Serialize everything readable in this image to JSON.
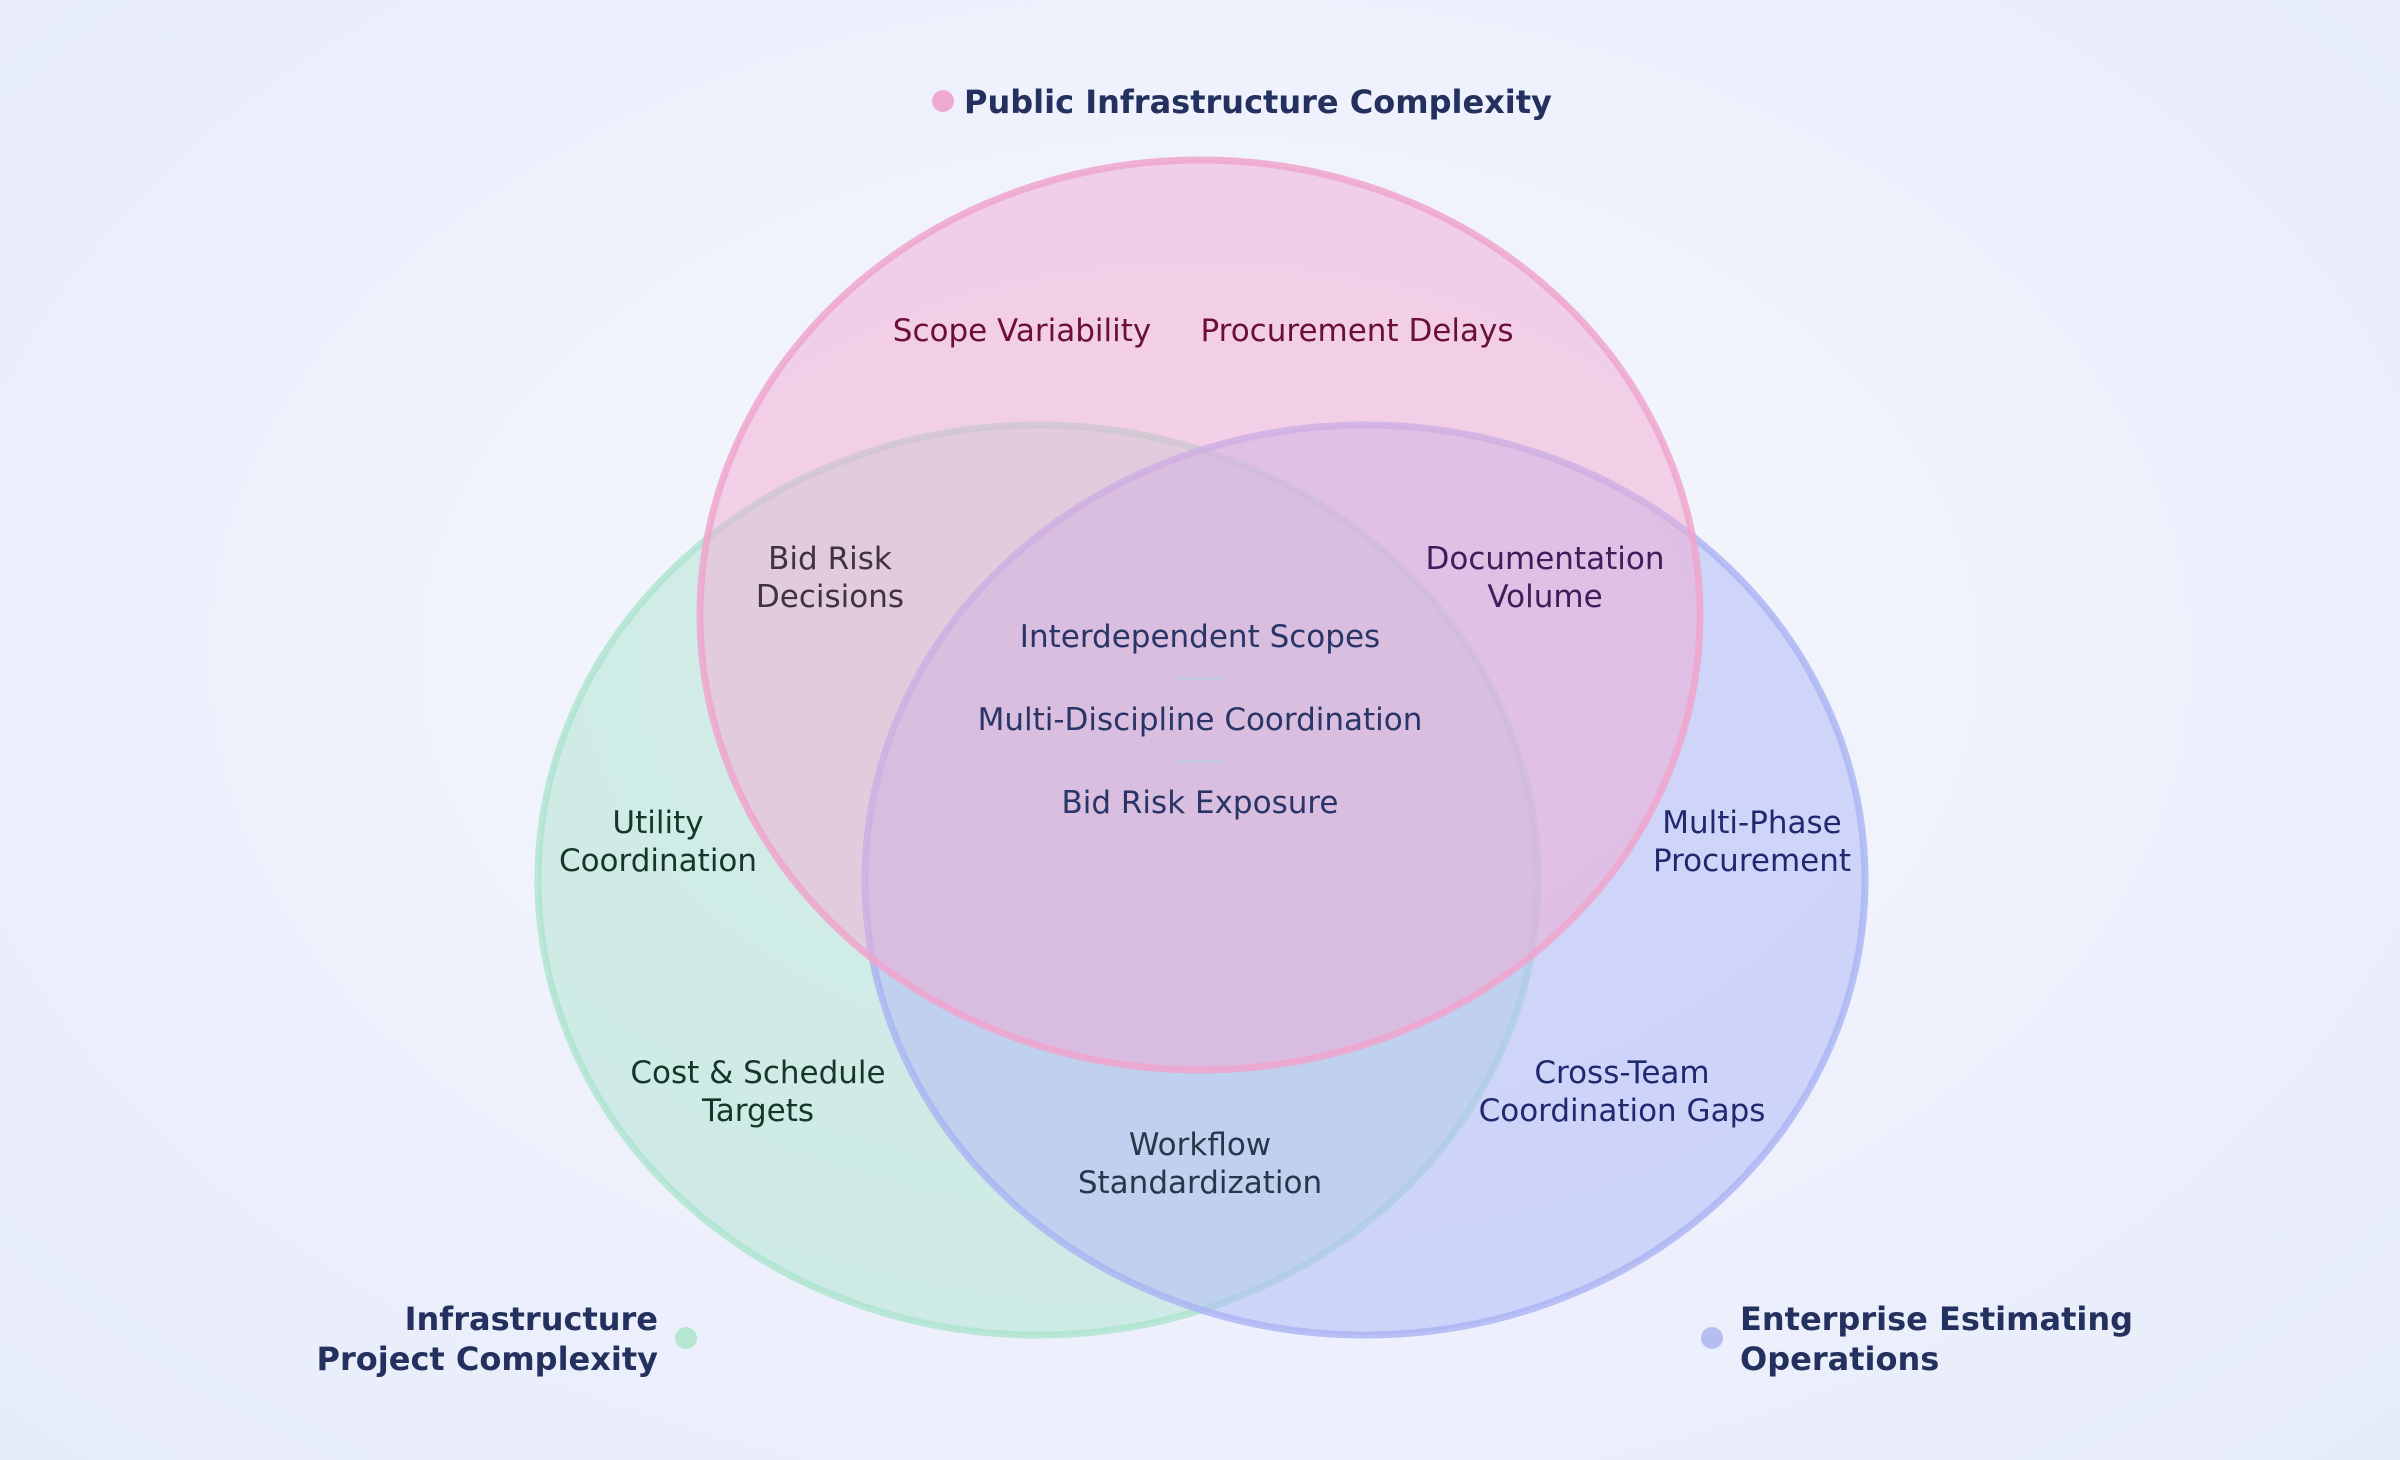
{
  "sets": {
    "top": {
      "name": "Public Infrastructure Complexity",
      "color": "#f2a9d2"
    },
    "left": {
      "name_lines": [
        "Infrastructure",
        "Project Complexity"
      ],
      "color": "#a8e3cb"
    },
    "right": {
      "name_lines": [
        "Enterprise Estimating",
        "Operations"
      ],
      "color": "#b2bcf6"
    }
  },
  "regions": {
    "top_only": [
      "Scope Variability",
      "Procurement Delays"
    ],
    "left_only": [
      "Utility\nCoordination",
      "Cost & Schedule\nTargets"
    ],
    "right_only": [
      "Multi-Phase\nProcurement",
      "Cross-Team\nCoordination Gaps"
    ],
    "top_left": "Bid Risk\nDecisions",
    "top_right": "Documentation\nVolume",
    "left_right": "Workflow\nStandardization",
    "center": [
      "Interdependent Scopes",
      "Multi-Discipline Coordination",
      "Bid Risk Exposure"
    ]
  }
}
